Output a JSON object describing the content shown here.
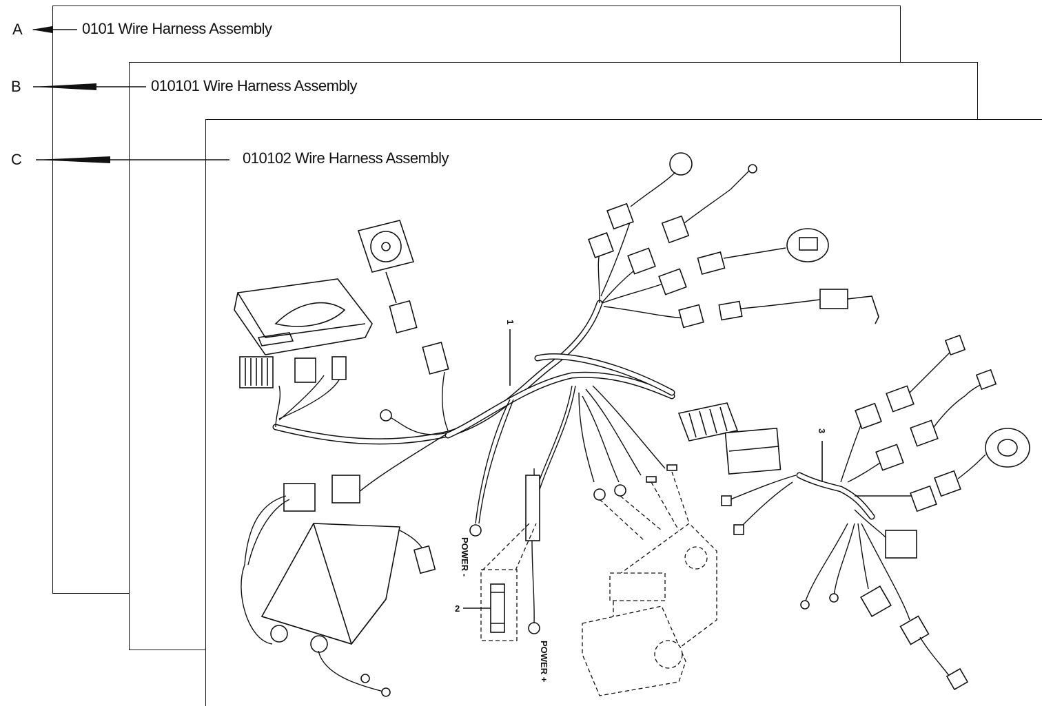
{
  "sheets": {
    "a": {
      "ref": "A",
      "title": "0101  Wire Harness Assembly"
    },
    "b": {
      "ref": "B",
      "title": "010101  Wire Harness Assembly"
    },
    "c": {
      "ref": "C",
      "title": "010102  Wire Harness Assembly"
    }
  },
  "callouts": {
    "item1": "1",
    "item2": "2",
    "item3": "3",
    "power_neg": "POWER -",
    "power_pos": "POWER +"
  },
  "colors": {
    "line": "#111111",
    "paper": "#ffffff"
  }
}
